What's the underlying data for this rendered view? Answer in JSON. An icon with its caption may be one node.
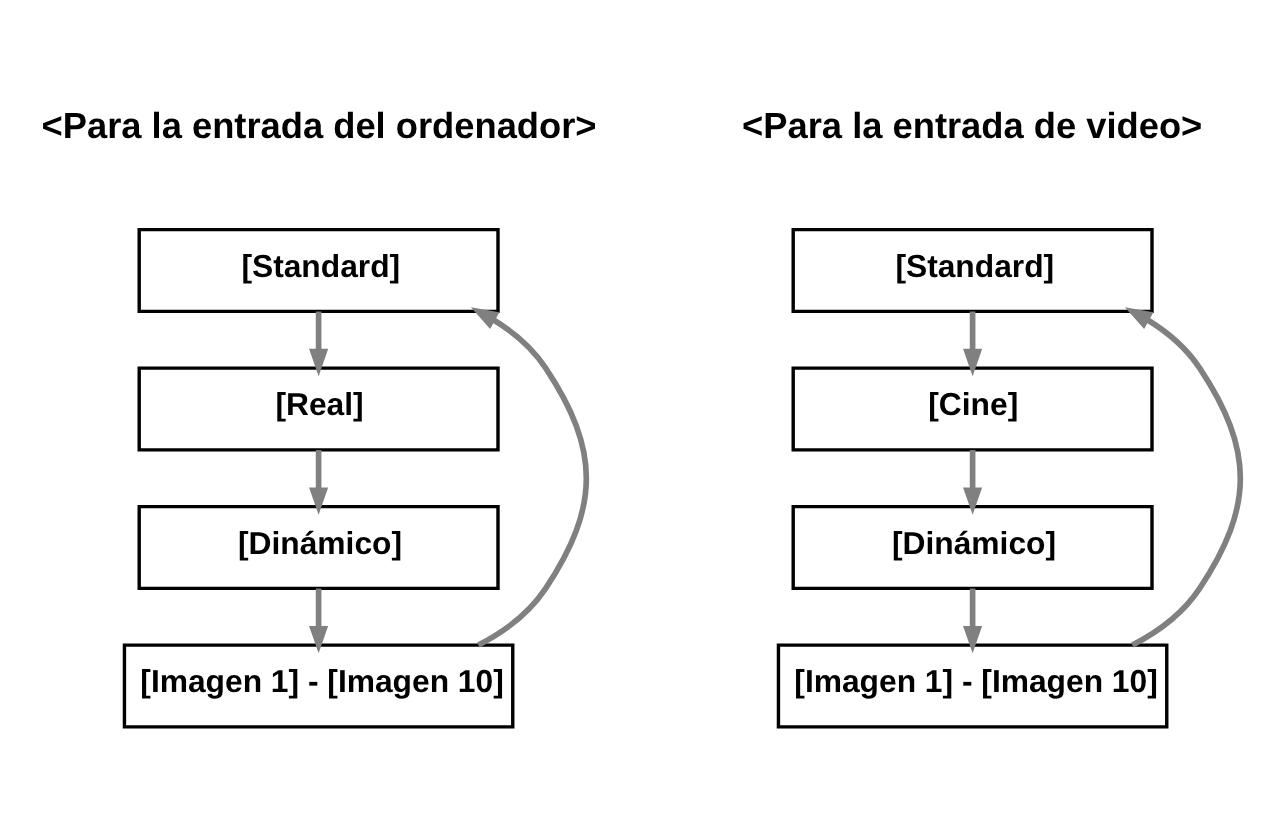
{
  "diagram": {
    "nodes": [
      {
        "text": [
          "[Standard]"
        ]
      },
      {
        "text": [
          "[Real]"
        ]
      },
      {
        "text": [
          "[Dinámico]"
        ]
      },
      {
        "text": [
          "[Imagen 1] - [Imagen 10]"
        ]
      },
      {
        "text": [
          "[Standard]"
        ]
      },
      {
        "text": [
          "[Cine]"
        ]
      },
      {
        "text": [
          "[Dinámico]"
        ]
      },
      {
        "text": [
          "[Imagen 1] - [Imagen 10]"
        ]
      }
    ],
    "edges": [
      {
        "from": 0,
        "to": 1,
        "arrow": "to"
      },
      {
        "from": 1,
        "to": 2,
        "arrow": "to"
      },
      {
        "from": 2,
        "to": 3,
        "arrow": "to"
      },
      {
        "from": 3,
        "to": 0,
        "arrow": "to"
      },
      {
        "from": 4,
        "to": 5,
        "arrow": "to"
      },
      {
        "from": 5,
        "to": 6,
        "arrow": "to"
      },
      {
        "from": 6,
        "to": 7,
        "arrow": "to"
      },
      {
        "from": 7,
        "to": 4,
        "arrow": "to"
      }
    ],
    "labels": [
      "<Para la entrada del ordenador>",
      "<Para la entrada de video>"
    ]
  }
}
